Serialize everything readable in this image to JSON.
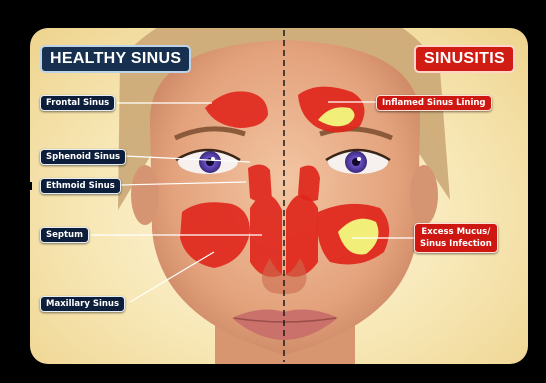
{
  "titles": {
    "healthy": "HEALTHY SINUS",
    "sinusitis": "SINUSITIS"
  },
  "left_labels": {
    "frontal": "Frontal Sinus",
    "sphenoid": "Sphenoid Sinus",
    "ethmoid": "Ethmoid Sinus",
    "septum": "Septum",
    "maxillary": "Maxillary Sinus"
  },
  "right_labels": {
    "inflamed": "Inflamed Sinus Lining",
    "mucus_line1": "Excess Mucus/",
    "mucus_line2": "Sinus Infection"
  },
  "colors": {
    "sinus_red": "#e0261c",
    "mucus_yellow": "#f2ee7a",
    "label_navy": "#0d1e3a",
    "label_red": "#cf1711",
    "eye_iris": "#6a4fc8"
  }
}
